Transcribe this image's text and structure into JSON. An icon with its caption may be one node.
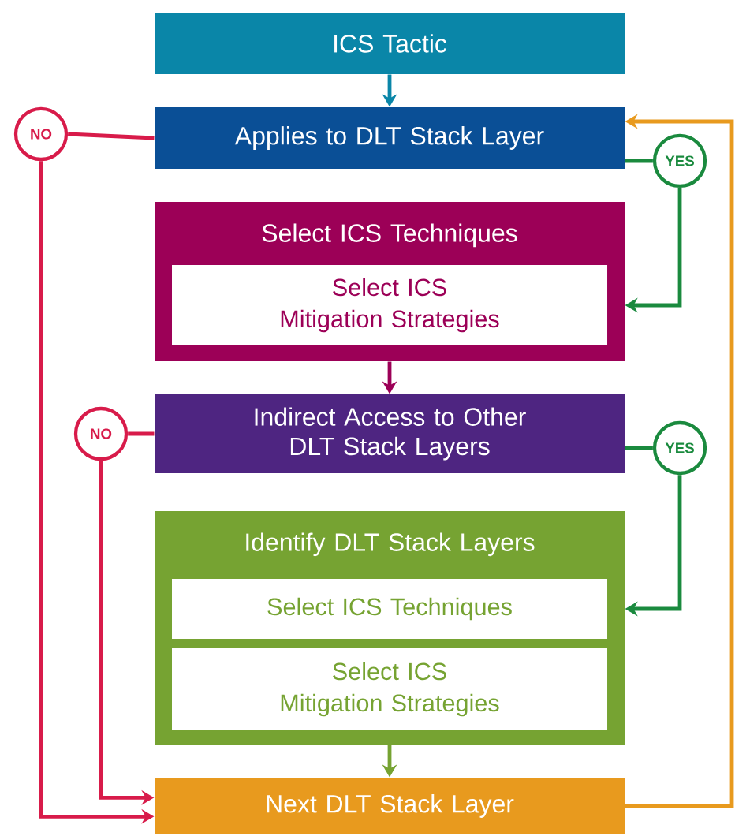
{
  "diagram": {
    "nodes": [
      {
        "text": [
          "ICS Tactic"
        ]
      },
      {
        "text": [
          "Applies to DLT Stack Layer"
        ]
      },
      {
        "text": [
          "Select ICS Techniques"
        ]
      },
      {
        "text": [
          "Select ICS Mitigation Strategies"
        ],
        "in": 2
      },
      {
        "text": [
          "Indirect Access to Other DLT Stack Layers"
        ]
      },
      {
        "text": [
          "Identify DLT Stack Layers"
        ]
      },
      {
        "text": [
          "Select ICS Techniques"
        ],
        "in": 5
      },
      {
        "text": [
          "Select ICS Mitigation Strategies"
        ],
        "in": 5
      },
      {
        "text": [
          "Next DLT Stack Layer"
        ]
      },
      {
        "text": [
          "NO"
        ]
      },
      {
        "text": [
          "YES"
        ]
      },
      {
        "text": [
          "NO"
        ]
      },
      {
        "text": [
          "YES"
        ]
      }
    ],
    "edges": [
      {
        "from": 0,
        "to": 1,
        "arrow": "to",
        "color": "#0a86a8"
      },
      {
        "from": 1,
        "to": 9,
        "arrow": "none",
        "color": "#d81b4a"
      },
      {
        "from": 9,
        "to": 8,
        "arrow": "to",
        "color": "#d81b4a"
      },
      {
        "from": 1,
        "to": 10,
        "arrow": "none",
        "color": "#1a8a3e"
      },
      {
        "from": 10,
        "to": 2,
        "arrow": "to",
        "color": "#1a8a3e"
      },
      {
        "from": 2,
        "to": 4,
        "arrow": "to",
        "color": "#9c0057"
      },
      {
        "from": 4,
        "to": 11,
        "arrow": "none",
        "color": "#d81b4a"
      },
      {
        "from": 11,
        "to": 8,
        "arrow": "to",
        "color": "#d81b4a"
      },
      {
        "from": 4,
        "to": 12,
        "arrow": "none",
        "color": "#1a8a3e"
      },
      {
        "from": 12,
        "to": 5,
        "arrow": "to",
        "color": "#1a8a3e"
      },
      {
        "from": 5,
        "to": 8,
        "arrow": "to",
        "color": "#76a332"
      },
      {
        "from": 8,
        "to": 1,
        "arrow": "to",
        "color": "#e89a1e"
      }
    ]
  }
}
